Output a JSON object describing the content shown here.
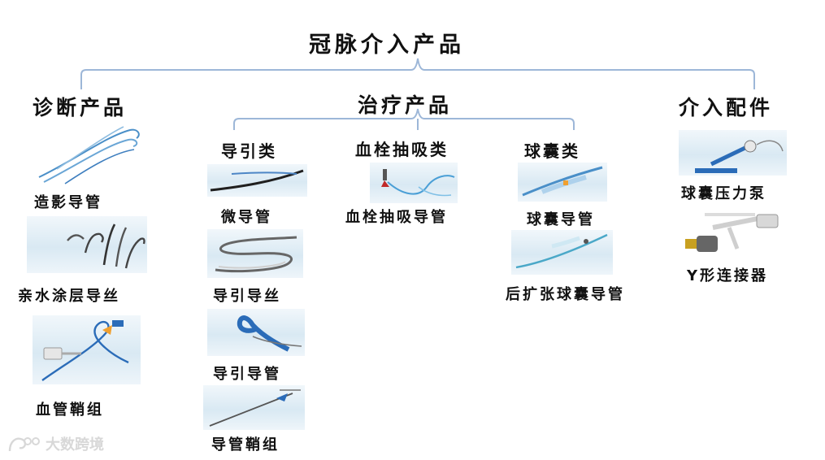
{
  "title": "冠脉介入产品",
  "categories": {
    "diagnostic": "诊断产品",
    "treatment": "治疗产品",
    "accessories": "介入配件"
  },
  "subgroups": {
    "guiding": "导引类",
    "thrombus": "血栓抽吸类",
    "balloon": "球囊类"
  },
  "items": {
    "angiography_catheter": "造影导管",
    "hydrophilic_guidewire": "亲水涂层导丝",
    "vascular_sheath": "血管鞘组",
    "micro_catheter": "微导管",
    "guiding_guidewire": "导引导丝",
    "guiding_catheter": "导引导管",
    "catheter_sheath": "导管鞘组",
    "thrombus_aspiration_catheter": "血栓抽吸导管",
    "balloon_catheter": "球囊导管",
    "post_dilation_balloon_catheter": "后扩张球囊导管",
    "balloon_pressure_pump": "球囊压力泵",
    "y_connector": "Y形连接器"
  },
  "watermark": "大数跨境",
  "colors": {
    "tree_line": "#9db7d8",
    "device_blue": "#2b6cb8",
    "watermark": "#d8d8d8"
  }
}
